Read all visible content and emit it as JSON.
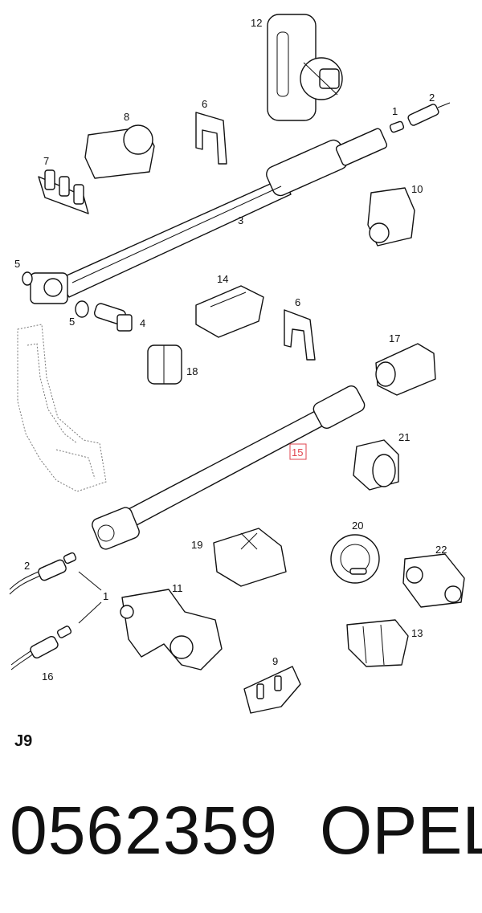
{
  "section_label": "J9",
  "part_number": "0562359",
  "brand": "OPEL",
  "callouts": {
    "c1a": "1",
    "c1b": "1",
    "c2a": "2",
    "c2b": "2",
    "c3": "3",
    "c4": "4",
    "c5a": "5",
    "c5b": "5",
    "c6a": "6",
    "c6b": "6",
    "c7": "7",
    "c8": "8",
    "c9": "9",
    "c10": "10",
    "c11": "11",
    "c12": "12",
    "c13": "13",
    "c14": "14",
    "c15": "15",
    "c16": "16",
    "c17": "17",
    "c18": "18",
    "c19": "19",
    "c20": "20",
    "c21": "21",
    "c22": "22"
  },
  "highlight_color": "#e0454f"
}
